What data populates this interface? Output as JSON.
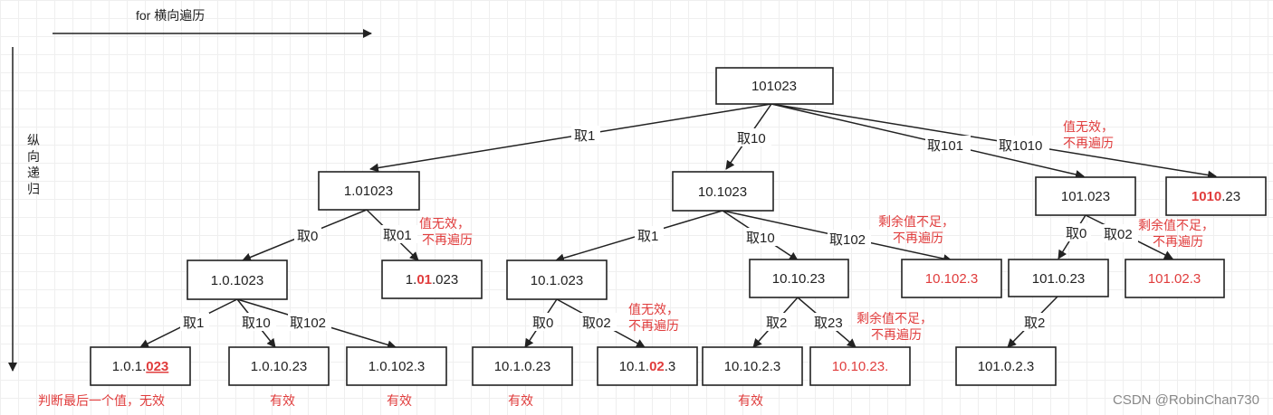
{
  "axes": {
    "horizontal_label": "for 横向遍历",
    "vertical_label": [
      "纵",
      "向",
      "递",
      "归"
    ]
  },
  "nodes": {
    "root": [
      {
        "t": "101023"
      }
    ],
    "n1": [
      {
        "t": "1.01023"
      }
    ],
    "n10": [
      {
        "t": "10.1023"
      }
    ],
    "n101": [
      {
        "t": "101.023"
      }
    ],
    "n1010": [
      {
        "t": "1010",
        "red": true,
        "bold": true
      },
      {
        "t": ".23"
      }
    ],
    "n1_0": [
      {
        "t": "1.0.1023"
      }
    ],
    "n1_01": [
      {
        "t": "1."
      },
      {
        "t": "01",
        "red": true,
        "bold": true
      },
      {
        "t": ".023"
      }
    ],
    "n10_1": [
      {
        "t": "10.1.023"
      }
    ],
    "n10_10": [
      {
        "t": "10.10.23"
      }
    ],
    "n10_102": [
      {
        "t": "10.102.3",
        "red": true
      }
    ],
    "n101_0": [
      {
        "t": "101.0.23"
      }
    ],
    "n101_02": [
      {
        "t": "101.02.3",
        "red": true
      }
    ],
    "n1_0_1": [
      {
        "t": "1.0.1."
      },
      {
        "t": "023",
        "red": true,
        "bold": true,
        "ul": true
      }
    ],
    "n1_0_10": [
      {
        "t": "1.0.10.23"
      }
    ],
    "n1_0_102": [
      {
        "t": "1.0.102.3"
      }
    ],
    "n10_1_0": [
      {
        "t": "10.1.0.23"
      }
    ],
    "n10_1_02": [
      {
        "t": "10.1."
      },
      {
        "t": "02",
        "red": true,
        "bold": true
      },
      {
        "t": ".3"
      }
    ],
    "n10_10_2": [
      {
        "t": "10.10.2.3"
      }
    ],
    "n10_10_23": [
      {
        "t": "10.10.23.",
        "red": true
      }
    ],
    "n101_0_2": [
      {
        "t": "101.0.2.3"
      }
    ]
  },
  "edges": {
    "root_1": "取1",
    "root_10": "取10",
    "root_101": "取101",
    "root_1010": "取1010",
    "n1_0": "取0",
    "n1_01": "取01",
    "n10_1": "取1",
    "n10_10": "取10",
    "n10_102": "取102",
    "n101_0": "取0",
    "n101_02": "取02",
    "n10_0_1": "取1",
    "n10_0_10": "取10",
    "n10_0_102": "取102",
    "n10_1_0": "取0",
    "n10_1_02": "取02",
    "n10_10_2": "取2",
    "n10_10_23": "取23",
    "n101_0_2": "取2"
  },
  "notes": {
    "invalid_1010": [
      "值无效，",
      "不再遍历"
    ],
    "invalid_01": [
      "值无效，",
      "不再遍历"
    ],
    "insufficient_102": [
      "剩余值不足，",
      "不再遍历"
    ],
    "insufficient_02": [
      "剩余值不足，",
      "不再遍历"
    ],
    "invalid_02": [
      "值无效，",
      "不再遍历"
    ],
    "insufficient_23": [
      "剩余值不足，",
      "不再遍历"
    ]
  },
  "bottom_labels": {
    "last_invalid": "判断最后一个值，无效",
    "valid_1": "有效",
    "valid_2": "有效",
    "valid_3": "有效",
    "valid_4": "有效"
  },
  "watermark": "CSDN @RobinChan730"
}
